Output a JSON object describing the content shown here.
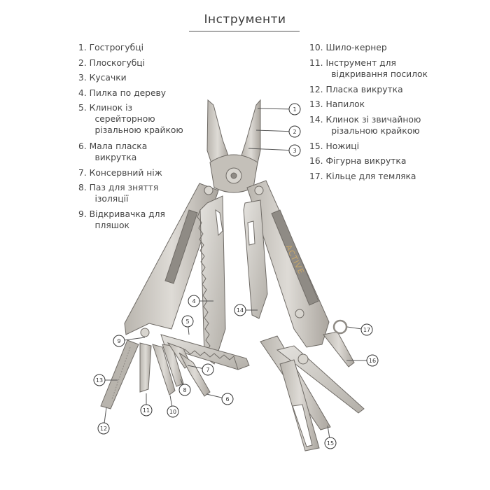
{
  "title": "Інструменти",
  "legend_left": [
    {
      "num": "1.",
      "lines": [
        "Гострогубці"
      ]
    },
    {
      "num": "2.",
      "lines": [
        "Плоскогубці"
      ]
    },
    {
      "num": "3.",
      "lines": [
        "Кусачки"
      ]
    },
    {
      "num": "4.",
      "lines": [
        "Пилка по дереву"
      ]
    },
    {
      "num": "5.",
      "lines": [
        "Клинок із",
        "серейторною",
        "різальною крайкою"
      ]
    },
    {
      "num": "6.",
      "lines": [
        "Мала пласка",
        "викрутка"
      ]
    },
    {
      "num": "7.",
      "lines": [
        "Консервний ніж"
      ]
    },
    {
      "num": "8.",
      "lines": [
        "Паз для зняття",
        "ізоляції"
      ]
    },
    {
      "num": "9.",
      "lines": [
        "Відкривачка для",
        "пляшок"
      ]
    }
  ],
  "legend_right": [
    {
      "num": "10.",
      "lines": [
        "Шило-кернер"
      ]
    },
    {
      "num": "11.",
      "lines": [
        "Інструмент для",
        "відкривання посилок"
      ]
    },
    {
      "num": "12.",
      "lines": [
        "Пласка викрутка"
      ]
    },
    {
      "num": "13.",
      "lines": [
        "Напилок"
      ]
    },
    {
      "num": "14.",
      "lines": [
        "Клинок зі звичайною",
        "різальною крайкою"
      ]
    },
    {
      "num": "15.",
      "lines": [
        "Ножиці"
      ]
    },
    {
      "num": "16.",
      "lines": [
        "Фігурна викрутка"
      ]
    },
    {
      "num": "17.",
      "lines": [
        "Кільце для темляка"
      ]
    }
  ],
  "callouts": [
    "1",
    "2",
    "3",
    "4",
    "5",
    "6",
    "7",
    "8",
    "9",
    "10",
    "11",
    "12",
    "13",
    "14",
    "15",
    "16",
    "17"
  ],
  "brand_text": "ACTIVE",
  "colors": {
    "steel": "#c9c6c0",
    "steel_dark": "#8f8b85",
    "outline": "#6f6b66",
    "accent": "#c9a86a",
    "text": "#444444"
  }
}
